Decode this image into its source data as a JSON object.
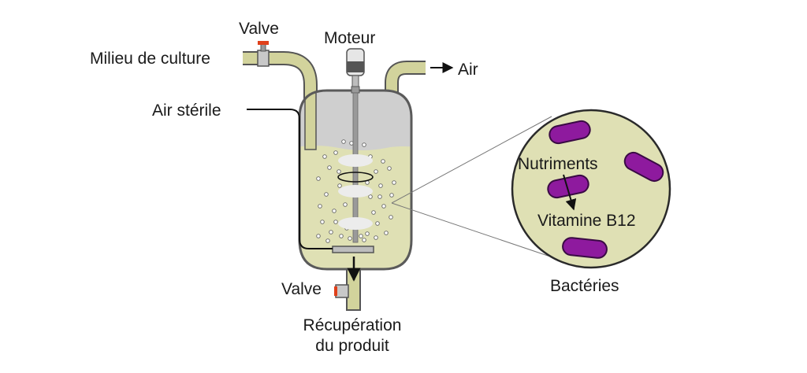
{
  "labels": {
    "valve_top": "Valve",
    "culture_medium": "Milieu de culture",
    "motor": "Moteur",
    "air_out": "Air",
    "sterile_air": "Air stérile",
    "valve_bottom": "Valve",
    "product_line1": "Récupération",
    "product_line2": "du produit",
    "nutrients": "Nutriments",
    "vitamin": "Vitamine B12",
    "bacteria": "Bactéries"
  },
  "colors": {
    "broth": "#dfe0b4",
    "tank_outline": "#5a5a5a",
    "headspace": "#cfcfcf",
    "pipe": "#d2d39c",
    "bacteria": "#8e1a9e",
    "valve_handle": "#e0401a"
  }
}
